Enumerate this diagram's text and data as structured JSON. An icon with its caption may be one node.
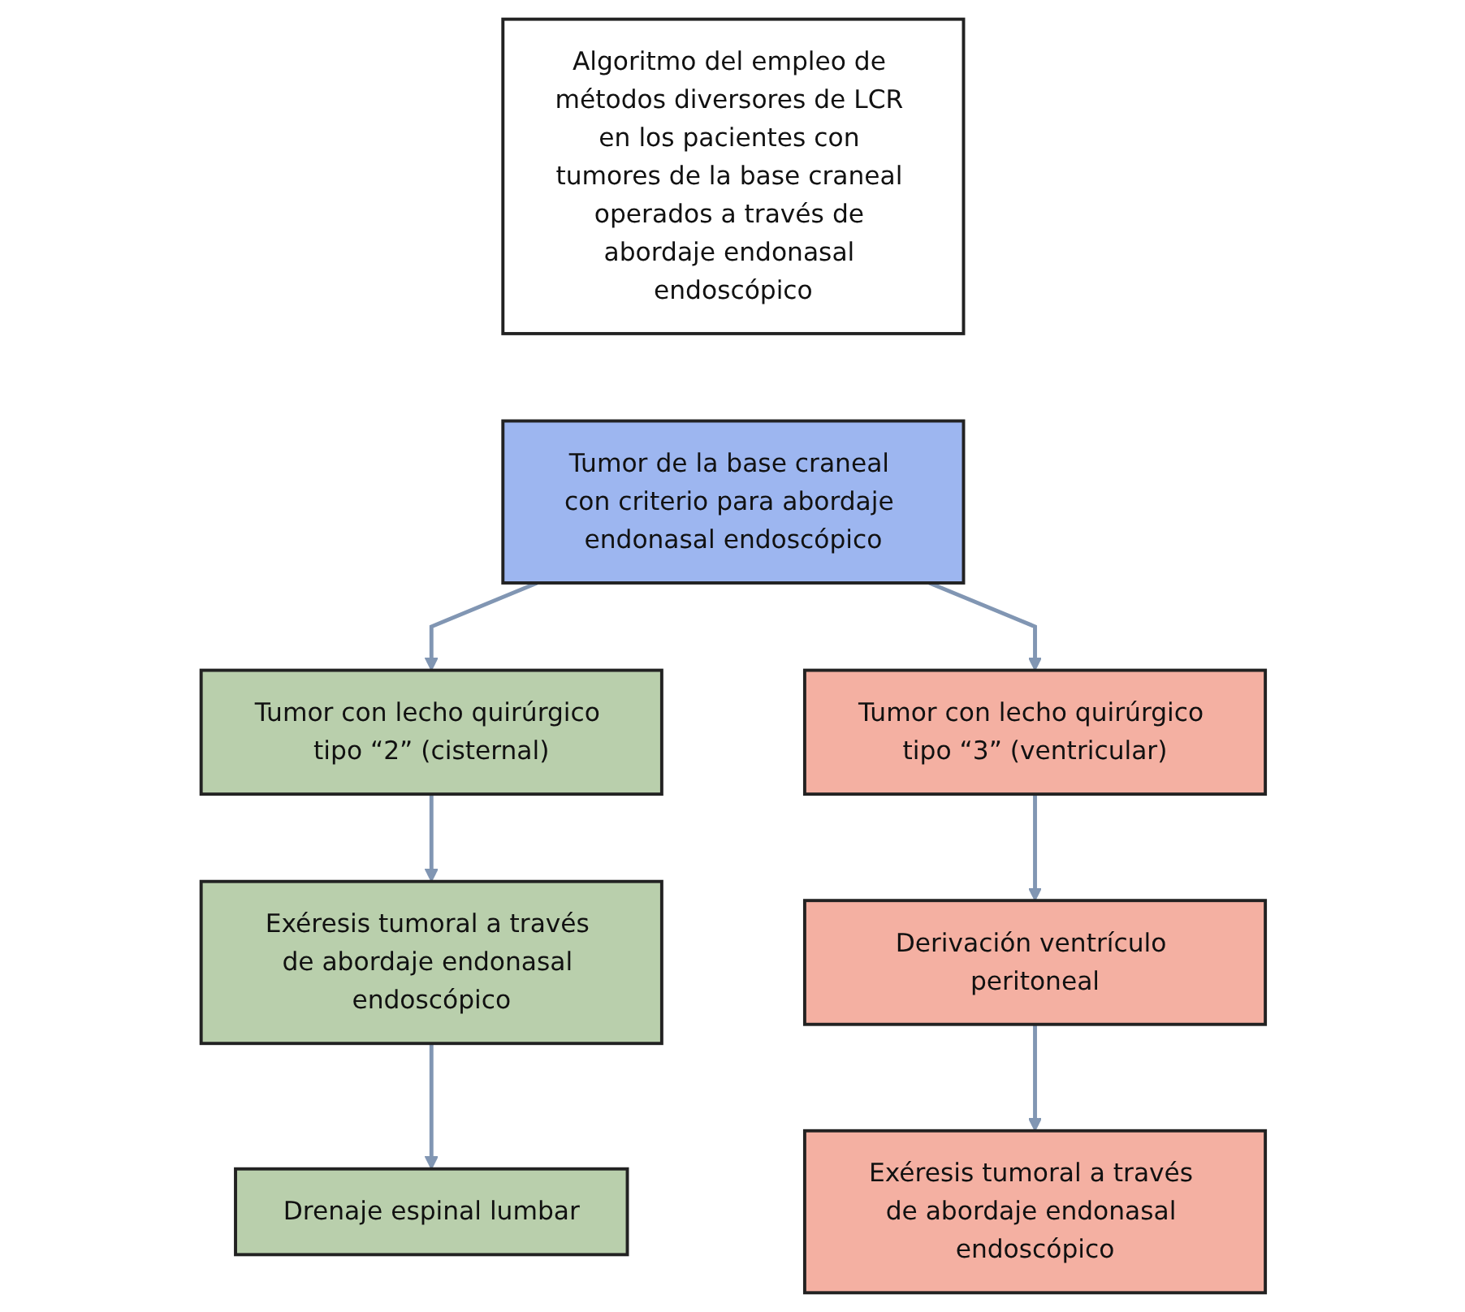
{
  "diagram": {
    "nodes": [
      {
        "text": [
          "Algoritmo del empleo de métodos diversores de LCR en los pacientes con tumores de la base craneal operados a través de abordaje endonasal endoscópico"
        ]
      },
      {
        "text": [
          "Tumor de la base craneal con criterio para abordaje endonasal endoscópico"
        ]
      },
      {
        "text": [
          "Tumor con lecho quirúrgico tipo “2” (cisternal)"
        ]
      },
      {
        "text": [
          "Tumor con lecho quirúrgico tipo “3” (ventricular)"
        ]
      },
      {
        "text": [
          "Exéresis tumoral a través de abordaje endonasal endoscópico"
        ]
      },
      {
        "text": [
          "Derivación ventrículo peritoneal"
        ]
      },
      {
        "text": [
          "Drenaje espinal lumbar"
        ]
      },
      {
        "text": [
          "Exéresis tumoral a través de abordaje endonasal endoscópico"
        ]
      }
    ],
    "edges": [
      {
        "from": 1,
        "to": 2,
        "arrow": "to"
      },
      {
        "from": 1,
        "to": 3,
        "arrow": "to"
      },
      {
        "from": 2,
        "to": 4,
        "arrow": "to"
      },
      {
        "from": 3,
        "to": 5,
        "arrow": "to"
      },
      {
        "from": 4,
        "to": 6,
        "arrow": "to"
      },
      {
        "from": 5,
        "to": 7,
        "arrow": "to"
      }
    ]
  }
}
